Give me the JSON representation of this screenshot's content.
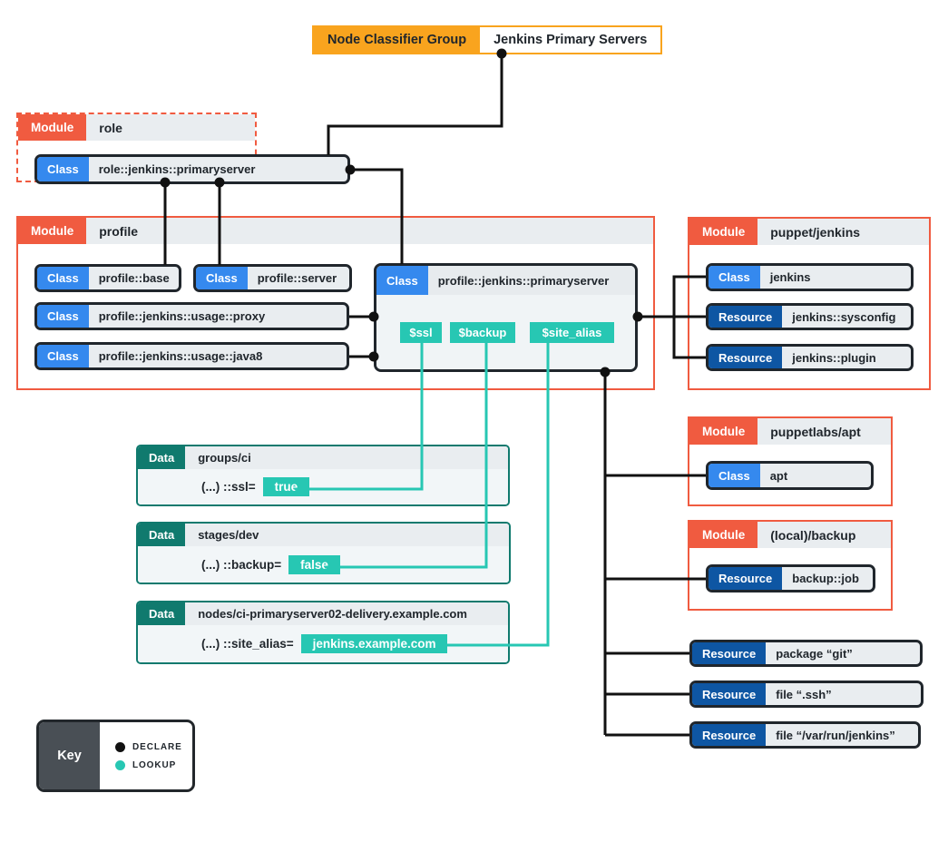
{
  "palette": {
    "classifier_orange": "#F9A41E",
    "module_red": "#F05B40",
    "class_blue": "#3589EE",
    "resource_navy": "#0E56A3",
    "lookup_teal": "#27C7B3",
    "data_teal": "#107A6E",
    "declare_black": "#111111",
    "box_gray": "#E9EDF0"
  },
  "labels": {
    "module": "Module",
    "class": "Class",
    "resource": "Resource",
    "data": "Data"
  },
  "node_classifier": {
    "label": "Node Classifier Group",
    "value": "Jenkins Primary Servers"
  },
  "role_module": {
    "name": "role",
    "class_name": "role::jenkins::primaryserver"
  },
  "profile_module": {
    "name": "profile",
    "classes": {
      "base": "profile::base",
      "server": "profile::server",
      "proxy": "profile::jenkins::usage::proxy",
      "java8": "profile::jenkins::usage::java8",
      "primaryserver": "profile::jenkins::primaryserver"
    },
    "params": {
      "ssl": "$ssl",
      "backup": "$backup",
      "site_alias": "$site_alias"
    }
  },
  "jenkins_module": {
    "name": "puppet/jenkins",
    "class_name": "jenkins",
    "resources": {
      "sysconfig": "jenkins::sysconfig",
      "plugin": "jenkins::plugin"
    }
  },
  "apt_module": {
    "name": "puppetlabs/apt",
    "class_name": "apt"
  },
  "backup_module": {
    "name": "(local)/backup",
    "resource_name": "backup::job"
  },
  "standalone_resources": {
    "git": "package “git”",
    "ssh": "file “.ssh”",
    "varrun": "file “/var/run/jenkins”"
  },
  "data_files": [
    {
      "name": "groups/ci",
      "expr": "(...) ::ssl=",
      "value": "true"
    },
    {
      "name": "stages/dev",
      "expr": "(...) ::backup=",
      "value": "false"
    },
    {
      "name": "nodes/ci-primaryserver02-delivery.example.com",
      "expr": "(...) ::site_alias=",
      "value": "jenkins.example.com"
    }
  ],
  "key": {
    "label": "Key",
    "items": [
      {
        "label": "DECLARE"
      },
      {
        "label": "LOOKUP"
      }
    ]
  }
}
